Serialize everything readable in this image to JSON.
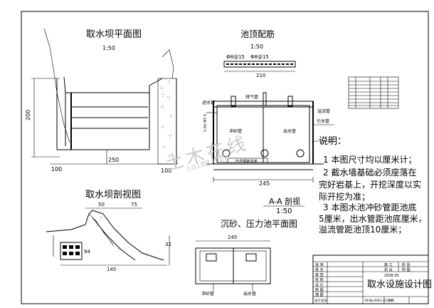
{
  "views": {
    "plan_title": "取水坝平面图",
    "plan_scale": "1:50",
    "section_title": "取水坝剖视图",
    "roof_rebar_title": "池顶配筋",
    "roof_rebar_scale": "1:50",
    "aa_title": "A-A 剖视",
    "aa_scale": "1:50",
    "settling_title": "沉砂、压力池平面图"
  },
  "dimensions": {
    "plan_200": "200",
    "plan_100a": "100",
    "plan_100b": "100",
    "plan_250": "250",
    "roof_210": "210",
    "aa_245": "245",
    "sec_50": "50",
    "sec_75": "75",
    "sec_145": "145",
    "sec_32": "32",
    "sec_94": "94",
    "set_245": "245"
  },
  "rebar": {
    "top_label": "Φ8@15",
    "left_label": "Φ8@15"
  },
  "aa_labels": {
    "vent": "排气管",
    "overflow": "溢流管",
    "outlet": "出水管",
    "inlet": "进水管",
    "flush": "冲砂管",
    "intake": "引水管",
    "pipe_note": "75号钢筋混凝",
    "spec": "1:50 M7.5"
  },
  "settling_labels": {
    "flush": "冲砂管",
    "outlet": "出水管"
  },
  "notes": {
    "heading": "说明：",
    "line1": "1 本图尺寸均以厘米计；",
    "line2": "2 截水墙基础必须座落在",
    "line3": "完好岩基上，开挖深度以实",
    "line4": "际开挖为准；",
    "line5": "3 本图水池冲砂管距池底",
    "line6": "5厘米，出水管距池底厘米，",
    "line7": "溢流管距池顶10厘米；"
  },
  "title_block": {
    "drawing_name": "取水设施设计图",
    "stage_label": "施 工",
    "stage_value": "阶 段",
    "spec_label": "初 设",
    "spec_value": "附 图",
    "date": "2008.05",
    "drawing_no": "YK-NJ-0001-03-19",
    "scale_label": "比例",
    "row_labels": [
      "批 准",
      "核 定",
      "审 查",
      "校 核",
      "设 计",
      "制 图",
      "描 图",
      "设计证号"
    ]
  },
  "watermark": {
    "main": "土木在线",
    "sub": "co188.com"
  }
}
